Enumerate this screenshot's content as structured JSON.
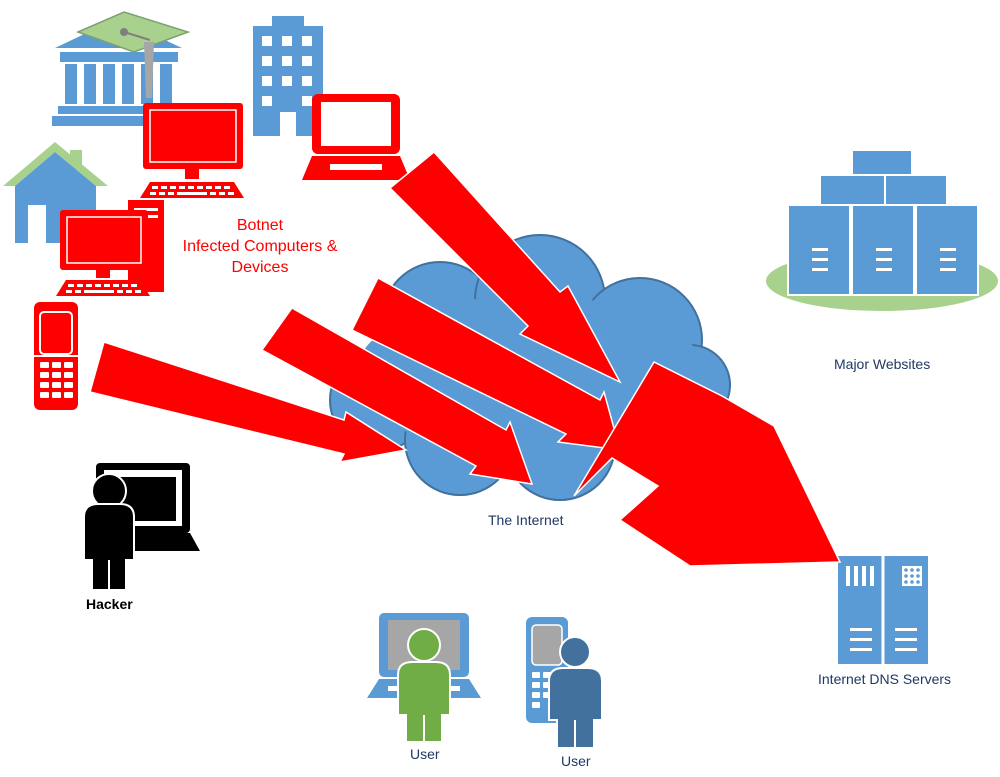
{
  "labels": {
    "botnet": [
      "Botnet",
      "Infected Computers &",
      "Devices"
    ],
    "major_websites": "Major Websites",
    "internet": "The Internet",
    "dns_servers": "Internet DNS Servers",
    "hacker": "Hacker",
    "user_laptop": "User",
    "user_phone": "User"
  },
  "colors": {
    "botnet_red": "#ff0000",
    "infra_blue": "#5b9bd5",
    "grad_cap_green": "#a9d18e",
    "platform_green": "#a9d18e",
    "user_green": "#70ad47",
    "user_teal": "#41719c",
    "hacker_black": "#000000",
    "label_dark": "#1f3864"
  },
  "icons": [
    "university-icon",
    "office-building-icon",
    "house-icon",
    "desktop-computer-icon",
    "laptop-icon",
    "mobile-phone-icon",
    "server-farm-icon",
    "cloud-icon",
    "dns-server-icon",
    "hacker-icon",
    "user-icon",
    "attack-arrow-icon"
  ]
}
